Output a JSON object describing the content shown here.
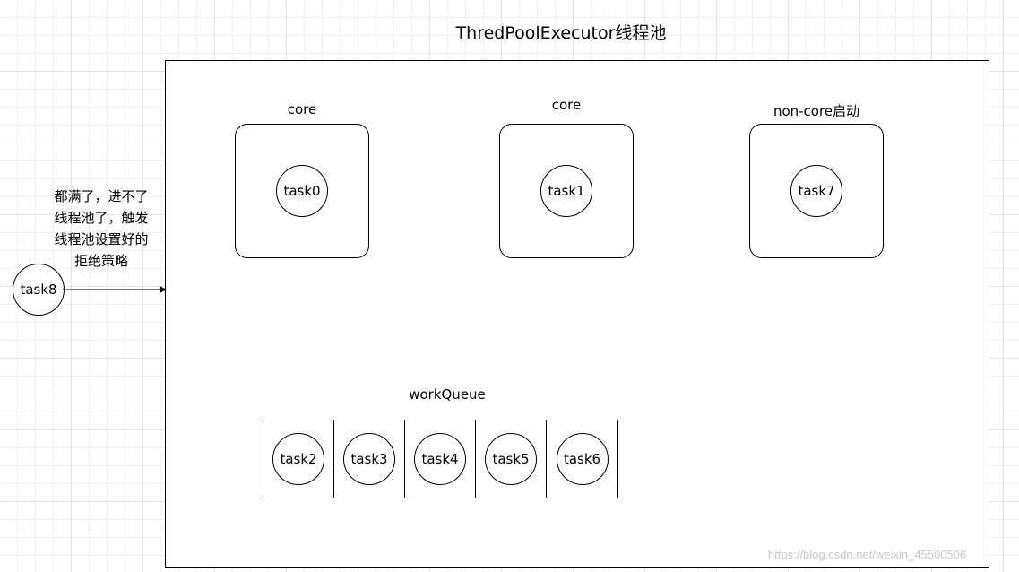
{
  "title": "ThredPoolExecutor线程池",
  "workers": [
    {
      "label": "core",
      "task": "task0"
    },
    {
      "label": "core",
      "task": "task1"
    },
    {
      "label": "non-core启动",
      "task": "task7"
    }
  ],
  "queue": {
    "label": "workQueue",
    "tasks": [
      "task2",
      "task3",
      "task4",
      "task5",
      "task6"
    ]
  },
  "rejected": {
    "task": "task8",
    "note": "都满了，进不了线程池了，触发线程池设置好的拒绝策略"
  },
  "watermark": "https://blog.csdn.net/weixin_45500506"
}
